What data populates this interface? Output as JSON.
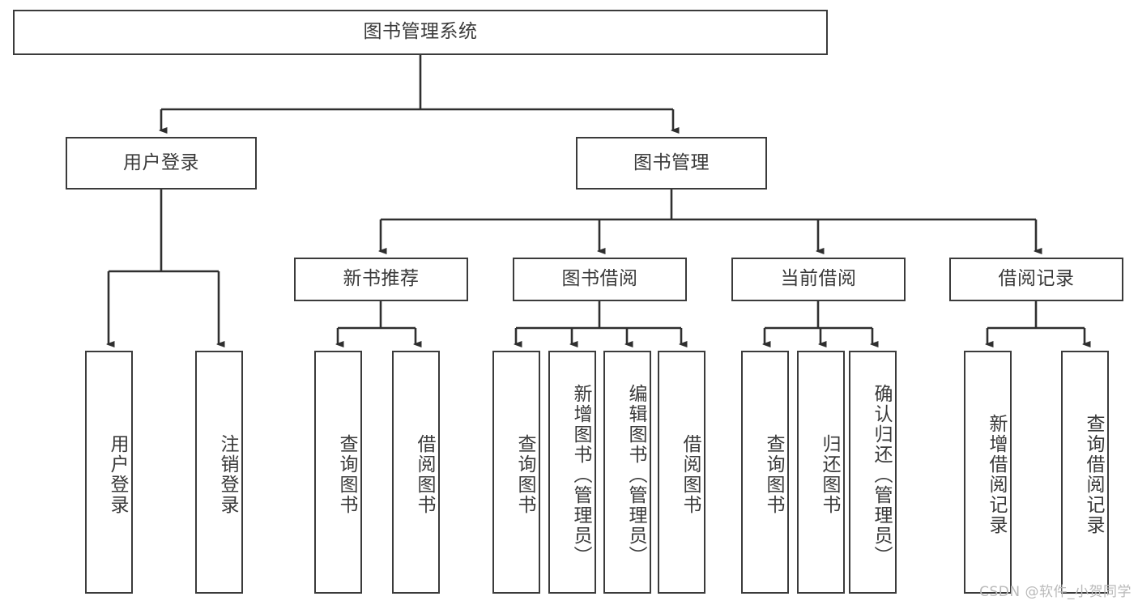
{
  "diagram": {
    "title": "图书管理系统",
    "type": "hierarchy-tree",
    "watermark": "CSDN @软件_小贺同学",
    "colors": {
      "stroke": "#3b3b3b",
      "fill": "#ffffff",
      "text": "#3a3a3a",
      "watermark": "#b9b9b9"
    },
    "root": {
      "label": "图书管理系统"
    },
    "level2": [
      {
        "label": "用户登录"
      },
      {
        "label": "图书管理"
      }
    ],
    "level3": [
      {
        "label": "新书推荐"
      },
      {
        "label": "图书借阅"
      },
      {
        "label": "当前借阅"
      },
      {
        "label": "借阅记录"
      }
    ],
    "leaves": {
      "user_login": [
        {
          "label": "用户登录"
        },
        {
          "label": "注销登录"
        }
      ],
      "new_book_recommend": [
        {
          "label": "查询图书"
        },
        {
          "label": "借阅图书"
        }
      ],
      "book_borrow": [
        {
          "label": "查询图书"
        },
        {
          "label": "新增图书（管理员）"
        },
        {
          "label": "编辑图书（管理员）"
        },
        {
          "label": "借阅图书"
        }
      ],
      "current_borrow": [
        {
          "label": "查询图书"
        },
        {
          "label": "归还图书"
        },
        {
          "label": "确认归还（管理员）"
        }
      ],
      "borrow_record": [
        {
          "label": "新增借阅记录"
        },
        {
          "label": "查询借阅记录"
        }
      ]
    }
  }
}
